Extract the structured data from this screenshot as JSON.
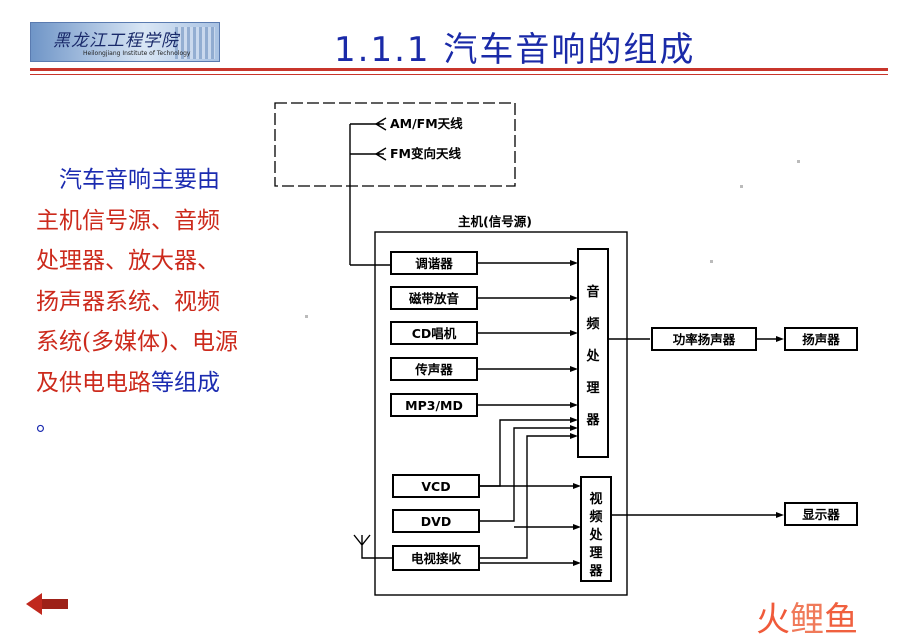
{
  "header": {
    "logo_text": "黑龙江工程学院",
    "logo_subtext": "Heilongjiang Institute of Technology",
    "title": "1.1.1   汽车音响的组成"
  },
  "description": {
    "p1": "汽车音响主要",
    "p2": "由",
    "p3": "主机信号源、",
    "p4": "音频处理器、放",
    "p5": "大器、扬声器系",
    "p6": "统、视频系统",
    "p7": "(多媒体)、电源",
    "p8": "及供电电路",
    "p9": "等组",
    "p10": "成 。"
  },
  "diagram": {
    "antenna1": "AM/FM天线",
    "antenna2": "FM变向天线",
    "host_label": "主机(信号源)",
    "sources": [
      "调谐器",
      "磁带放音",
      "CD唱机",
      "传声器",
      "MP3/MD",
      "VCD",
      "DVD",
      "电视接收"
    ],
    "audio_proc": [
      "音",
      "频",
      "处",
      "理",
      "器"
    ],
    "video_proc": [
      "视",
      "频",
      "处",
      "理",
      "器"
    ],
    "amp": "功率扬声器",
    "speaker": "扬声器",
    "display": "显示器"
  },
  "watermark": {
    "c1": "火",
    "c2": "鲤",
    "c3": "鱼"
  },
  "colors": {
    "title_blue": "#1a2aa8",
    "text_red": "#cc2a1c",
    "rule_red": "#c8352b"
  }
}
